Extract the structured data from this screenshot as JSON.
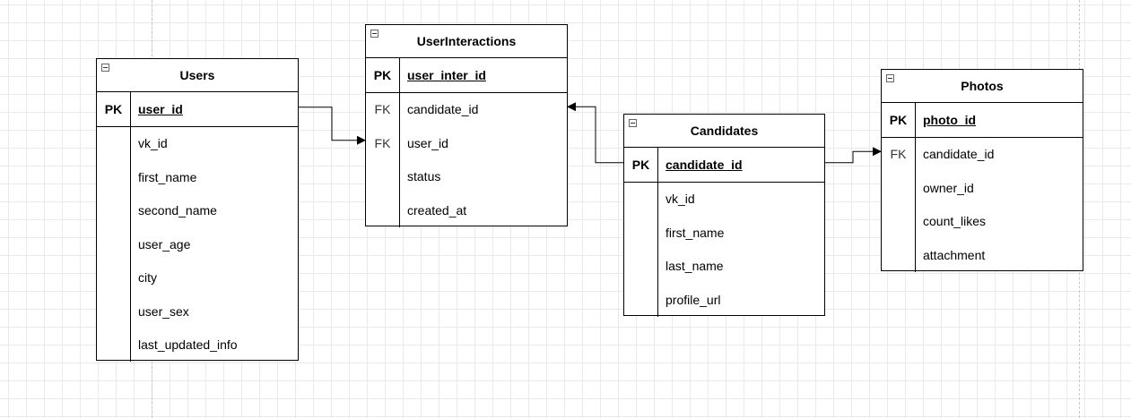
{
  "diagram": {
    "entities": [
      {
        "id": "users",
        "title": "Users",
        "rows": [
          {
            "key": "PK",
            "name": "user_id"
          },
          {
            "key": "",
            "name": "vk_id"
          },
          {
            "key": "",
            "name": "first_name"
          },
          {
            "key": "",
            "name": "second_name"
          },
          {
            "key": "",
            "name": "user_age"
          },
          {
            "key": "",
            "name": "city"
          },
          {
            "key": "",
            "name": "user_sex"
          },
          {
            "key": "",
            "name": "last_updated_info"
          }
        ]
      },
      {
        "id": "userinteractions",
        "title": "UserInteractions",
        "rows": [
          {
            "key": "PK",
            "name": "user_inter_id"
          },
          {
            "key": "FK",
            "name": "candidate_id"
          },
          {
            "key": "FK",
            "name": "user_id"
          },
          {
            "key": "",
            "name": "status"
          },
          {
            "key": "",
            "name": "created_at"
          }
        ]
      },
      {
        "id": "candidates",
        "title": "Candidates",
        "rows": [
          {
            "key": "PK",
            "name": "candidate_id"
          },
          {
            "key": "",
            "name": "vk_id"
          },
          {
            "key": "",
            "name": "first_name"
          },
          {
            "key": "",
            "name": "last_name"
          },
          {
            "key": "",
            "name": "profile_url"
          }
        ]
      },
      {
        "id": "photos",
        "title": "Photos",
        "rows": [
          {
            "key": "PK",
            "name": "photo_id"
          },
          {
            "key": "FK",
            "name": "candidate_id"
          },
          {
            "key": "",
            "name": "owner_id"
          },
          {
            "key": "",
            "name": "count_likes"
          },
          {
            "key": "",
            "name": "attachment"
          }
        ]
      }
    ],
    "relations": [
      {
        "from": "users.user_id",
        "to": "userinteractions.user_id"
      },
      {
        "from": "candidates.candidate_id",
        "to": "userinteractions.candidate_id"
      },
      {
        "from": "candidates.candidate_id",
        "to": "photos.candidate_id"
      }
    ]
  }
}
